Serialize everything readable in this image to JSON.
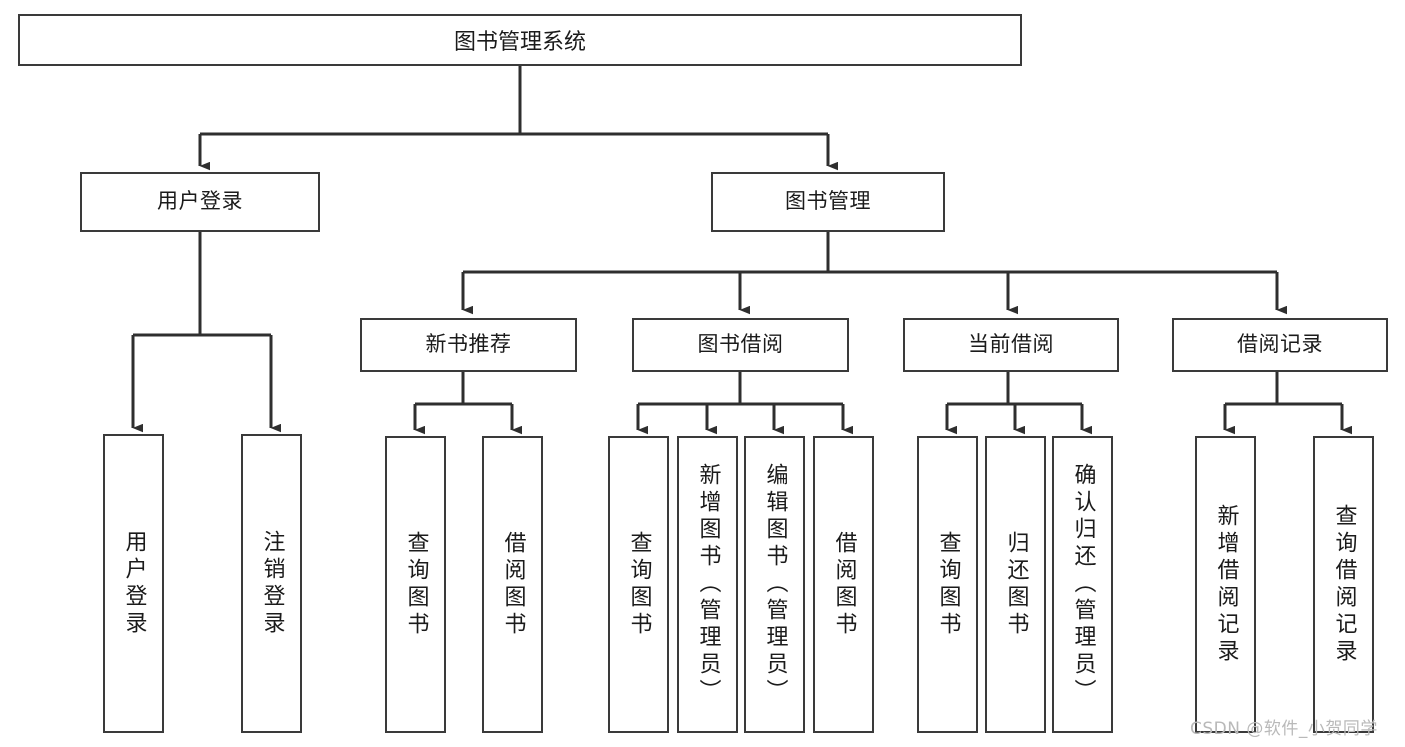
{
  "diagram": {
    "title": "图书管理系统",
    "type": "hierarchy-tree",
    "stroke_color": "#3a3a3a",
    "fill_color": "#ffffff",
    "text_color": "#1b1b1b",
    "watermark": "CSDN @软件_小贺同学"
  },
  "nodes": {
    "root": {
      "label": "图书管理系统"
    },
    "tier2": [
      {
        "label": "用户登录"
      },
      {
        "label": "图书管理"
      }
    ],
    "tier3": [
      {
        "label": "新书推荐"
      },
      {
        "label": "图书借阅"
      },
      {
        "label": "当前借阅"
      },
      {
        "label": "借阅记录"
      }
    ],
    "leaves": {
      "user_login": [
        {
          "label": "用户登录"
        },
        {
          "label": "注销登录"
        }
      ],
      "new_book_recommend": [
        {
          "label": "查询图书"
        },
        {
          "label": "借阅图书"
        }
      ],
      "book_borrow": [
        {
          "label": "查询图书"
        },
        {
          "label": "新增图书（管理员）"
        },
        {
          "label": "编辑图书（管理员）"
        },
        {
          "label": "借阅图书"
        }
      ],
      "current_borrow": [
        {
          "label": "查询图书"
        },
        {
          "label": "归还图书"
        },
        {
          "label": "确认归还（管理员）"
        }
      ],
      "borrow_record": [
        {
          "label": "新增借阅记录"
        },
        {
          "label": "查询借阅记录"
        }
      ]
    }
  }
}
